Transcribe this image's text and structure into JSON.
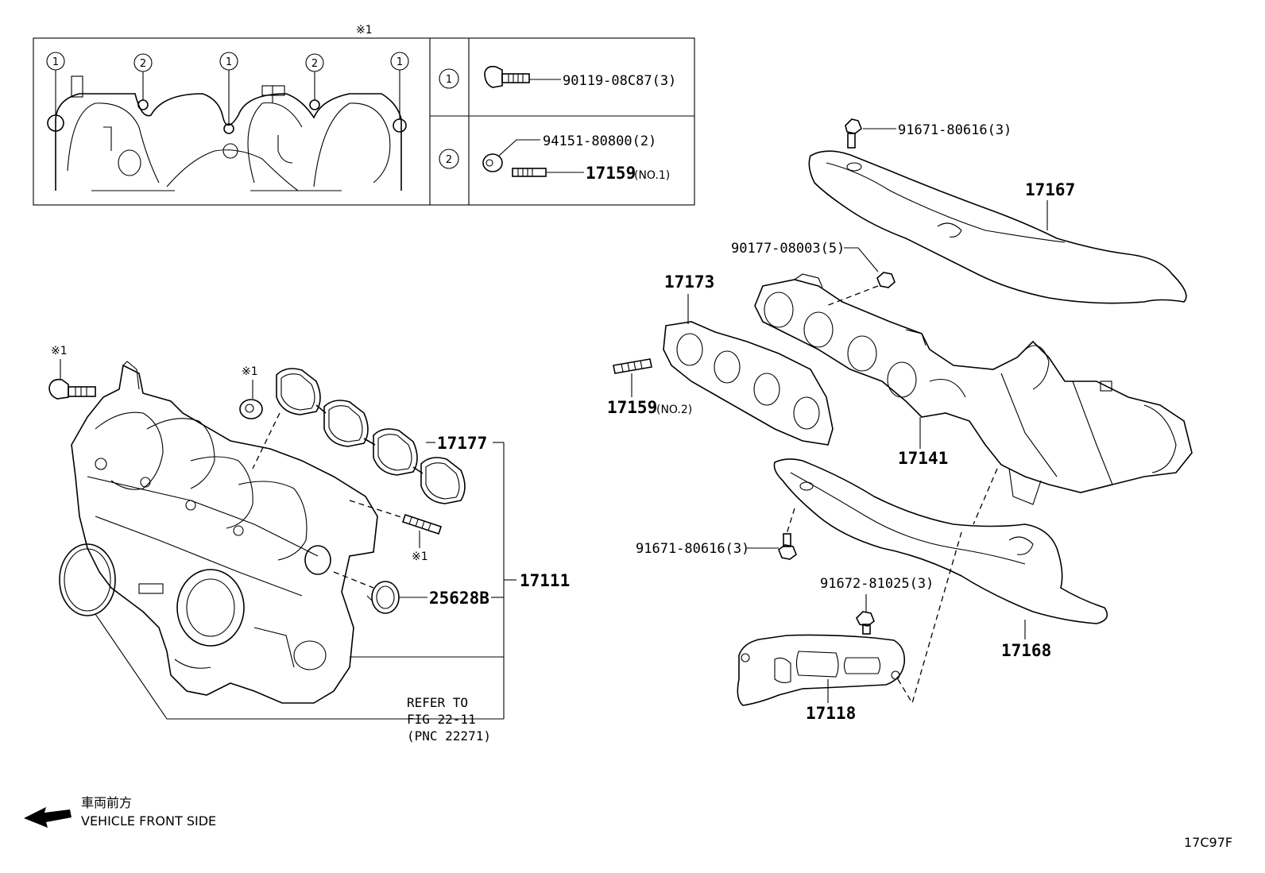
{
  "table": {
    "header_mark": "※1",
    "row1": {
      "circle": "1",
      "part": "90119-08C87(3)"
    },
    "row2": {
      "circle": "2",
      "part_nut": "94151-80800(2)",
      "part_stud": "17159",
      "part_stud_note": "(NO.1)"
    },
    "diagram_markers": [
      "1",
      "2",
      "1",
      "2",
      "1"
    ]
  },
  "parts": {
    "p17167": "17167",
    "p91671_top": "91671-80616(3)",
    "p90177": "90177-08003(5)",
    "p17173": "17173",
    "p17159_no2": "17159",
    "p17159_no2_note": "(NO.2)",
    "p17141": "17141",
    "p91671_mid": "91671-80616(3)",
    "p91672": "91672-81025(3)",
    "p17168": "17168",
    "p17118": "17118",
    "p17177": "17177",
    "p17111": "17111",
    "p25628b": "25628B",
    "mark_bolt": "※1",
    "mark_nut": "※1",
    "mark_stud": "※1",
    "refer_line1": "REFER TO",
    "refer_line2": "FIG 22-11",
    "refer_line3": "(PNC 22271)"
  },
  "legend": {
    "jp_label": "車両前方",
    "en_label": "VEHICLE FRONT SIDE"
  },
  "figure_code": "17C97F"
}
